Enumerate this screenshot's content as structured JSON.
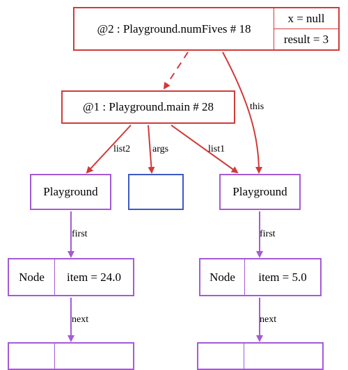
{
  "frames": {
    "frame2": {
      "title": "@2 : Playground.numFives # 18",
      "var_x": "x = null",
      "var_result": "result = 3"
    },
    "frame1": {
      "title": "@1 : Playground.main # 28"
    }
  },
  "objects": {
    "left_playground": {
      "label": "Playground"
    },
    "right_playground": {
      "label": "Playground"
    },
    "left_node": {
      "type": "Node",
      "field": "item = 24.0"
    },
    "right_node": {
      "type": "Node",
      "field": "item = 5.0"
    }
  },
  "edges": {
    "list2": "list2",
    "args": "args",
    "list1": "list1",
    "this": "this",
    "first_left": "first",
    "first_right": "first",
    "next_left": "next",
    "next_right": "next"
  },
  "colors": {
    "frame": "#d03a3a",
    "object": "#a45ad6",
    "array": "#3d58c4"
  }
}
